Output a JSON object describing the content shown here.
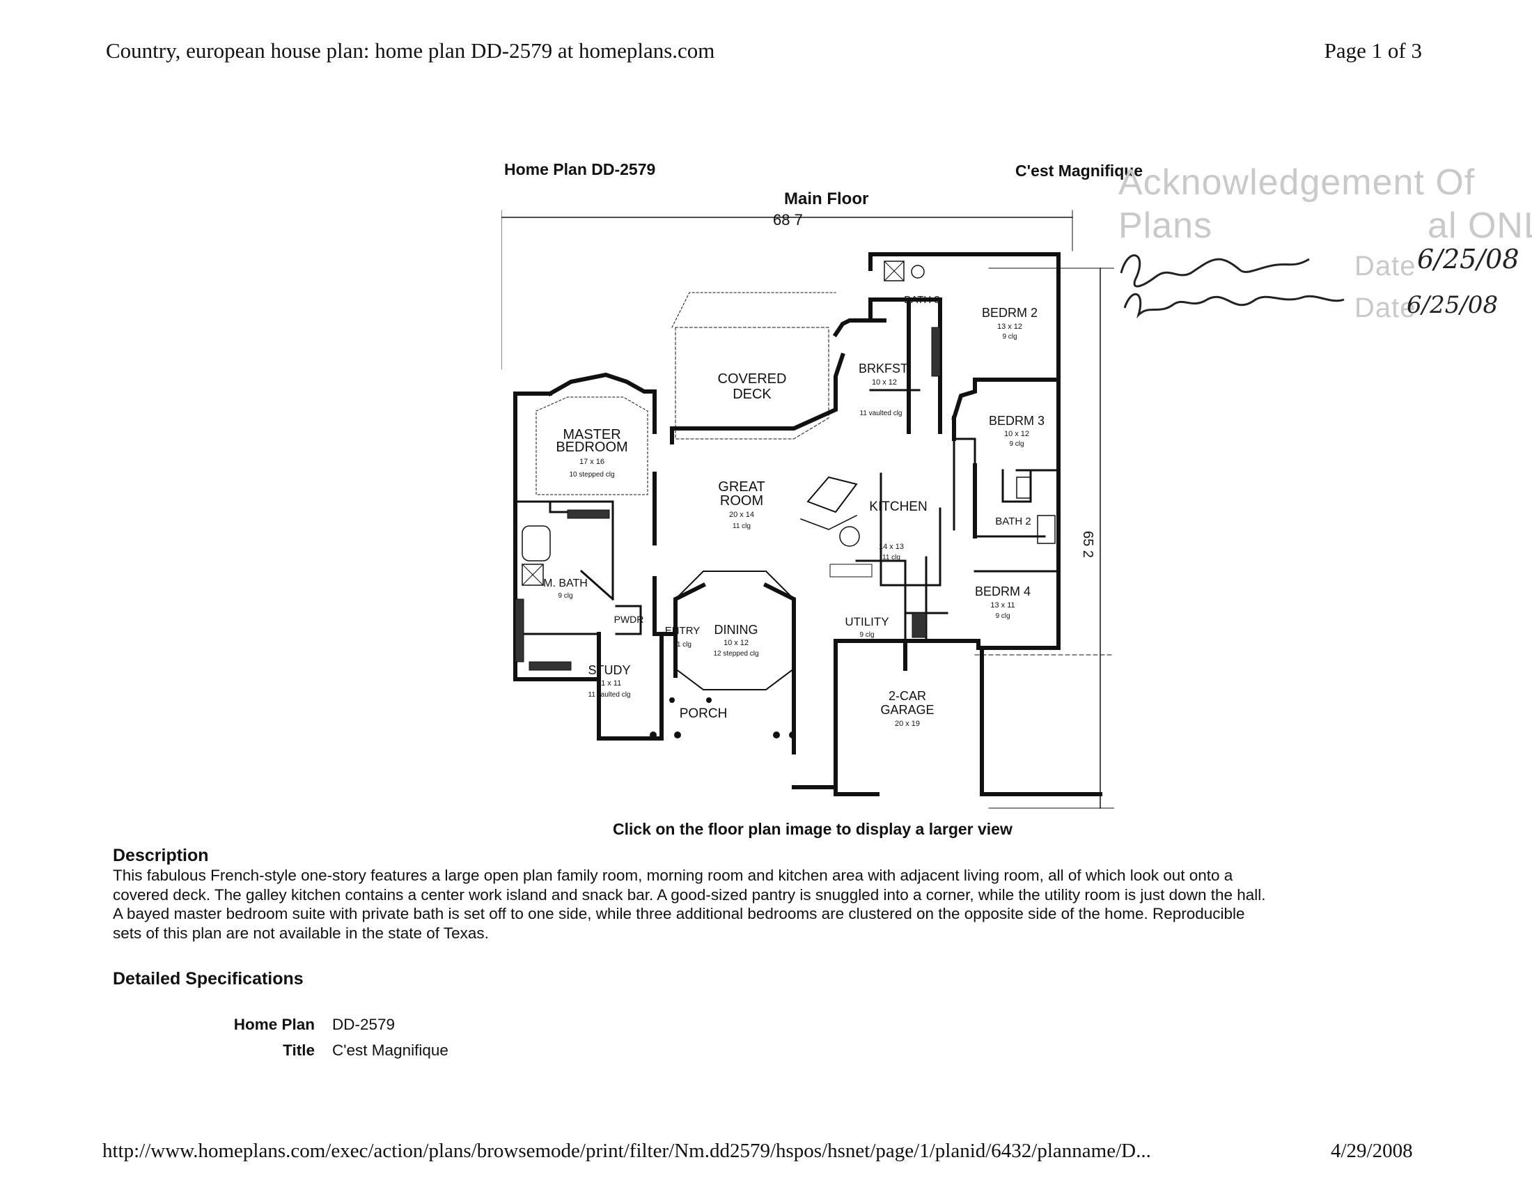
{
  "header": {
    "title": "Country, european house plan: home plan DD-2579 at homeplans.com",
    "page": "Page 1 of 3"
  },
  "plan": {
    "id_label": "Home Plan DD-2579",
    "name": "C'est Magnifique",
    "floor_label": "Main Floor",
    "dim_width": "68 7",
    "dim_depth": "65 2",
    "rooms": {
      "bath3": "BATH 3",
      "bedrm2": "BEDRM 2",
      "bedrm2_size": "13 x 12",
      "bedrm2_clg": "9 clg",
      "brkfst": "BRKFST.",
      "brkfst_size": "10 x 12",
      "brkfst_clg": "11 vaulted clg",
      "covered_deck_1": "COVERED",
      "covered_deck_2": "DECK",
      "master_1": "MASTER",
      "master_2": "BEDROOM",
      "master_size": "17 x 16",
      "master_clg": "10 stepped clg",
      "great_1": "GREAT",
      "great_2": "ROOM",
      "great_size": "20 x 14",
      "great_clg": "11 clg",
      "kitchen": "KITCHEN",
      "kitchen_size": "14 x 13",
      "kitchen_clg": "11 clg",
      "bedrm3": "BEDRM 3",
      "bedrm3_size": "10 x 12",
      "bedrm3_clg": "9 clg",
      "bath2": "BATH 2",
      "mbath": "M. BATH",
      "mbath_clg": "9 clg",
      "pwdr": "PWDR",
      "entry": "ENTRY",
      "entry_clg": "11 clg",
      "dining": "DINING",
      "dining_size": "10 x 12",
      "dining_clg": "12 stepped clg",
      "utility": "UTILITY",
      "utility_clg": "9 clg",
      "bedrm4": "BEDRM 4",
      "bedrm4_size": "13 x 11",
      "bedrm4_clg": "9 clg",
      "study": "STUDY",
      "study_size": "11 x 11",
      "study_clg": "11 vaulted clg",
      "porch": "PORCH",
      "garage_1": "2-CAR",
      "garage_2": "GARAGE",
      "garage_size": "20 x 19"
    },
    "caption": "Click on the floor plan image to display a larger view"
  },
  "stamp": {
    "line1": "Acknowledgement Of",
    "line2": "Plans                    al ONLY!",
    "date_label": "Date",
    "date1": "6/25/08",
    "date2": "6/25/08"
  },
  "description": {
    "heading": "Description",
    "lines": [
      "This fabulous French-style one-story features a large open plan family room, morning room and kitchen area with adjacent living room, all of which look out onto a",
      "covered deck. The galley kitchen contains a center work island and snack bar. A good-sized pantry is snuggled into a corner, while the utility room is just down the hall.",
      "A bayed master bedroom suite with private bath is set off to one side, while three additional bedrooms are clustered on the opposite side of the home. Reproducible",
      "sets of this plan are not available in the state of Texas."
    ]
  },
  "specs": {
    "heading": "Detailed Specifications",
    "rows": [
      {
        "key": "Home Plan",
        "value": "DD-2579"
      },
      {
        "key": "Title",
        "value": "C'est Magnifique"
      }
    ]
  },
  "footer": {
    "url": "http://www.homeplans.com/exec/action/plans/browsemode/print/filter/Nm.dd2579/hspos/hsnet/page/1/planid/6432/planname/D...",
    "date": "4/29/2008"
  }
}
